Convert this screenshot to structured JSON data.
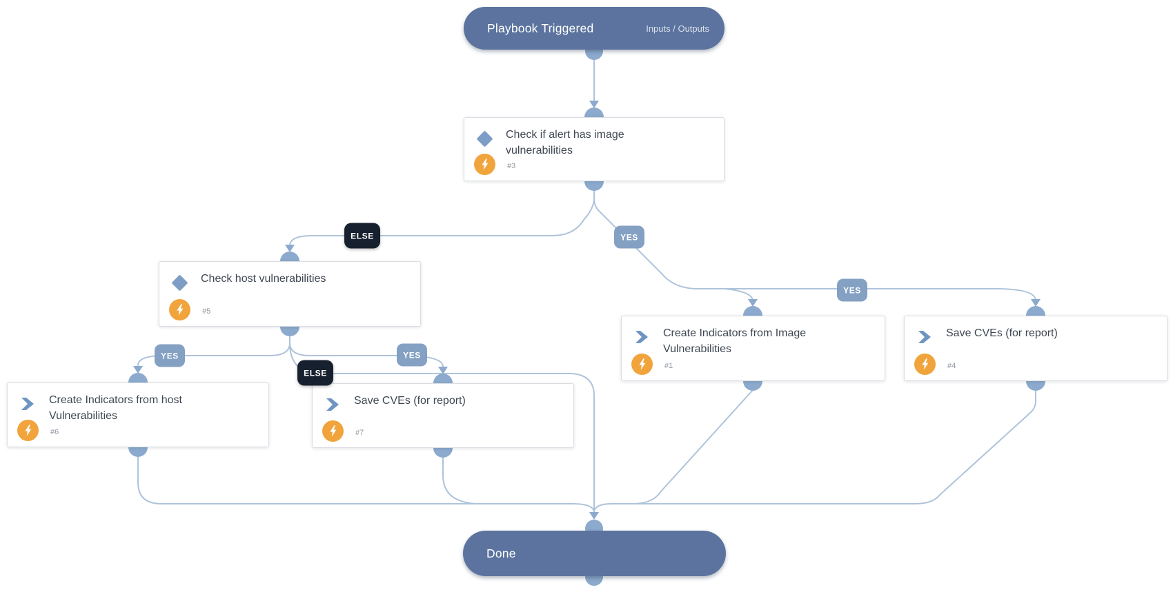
{
  "app": {
    "view": "playbook-workflow"
  },
  "colors": {
    "pill_bg": "#5b739e",
    "edge_line": "#aec3da",
    "connector_port": "#8caacd",
    "yes_badge_bg": "#7f9dc2",
    "else_badge_bg": "#17202e",
    "condition_icon": "#7e9dc6",
    "task_chevron_icon": "#6e95c1",
    "automation_badge_bg": "#f1a43c",
    "task_title": "#3f4753"
  },
  "start_node": {
    "title": "Playbook Triggered",
    "io_link": "Inputs / Outputs"
  },
  "end_node": {
    "title": "Done"
  },
  "tasks": {
    "check_image_vulnerabilities": {
      "title": "Check if alert has image vulnerabilities",
      "number": "#3",
      "kind": "condition",
      "icon": "diamond-condition-icon"
    },
    "check_host_vulnerabilities": {
      "title": "Check host vulnerabilities",
      "number": "#5",
      "kind": "condition",
      "icon": "diamond-condition-icon"
    },
    "create_indicators_image": {
      "title": "Create Indicators from Image Vulnerabilities",
      "number": "#1",
      "kind": "task",
      "icon": "chevron-task-icon"
    },
    "save_cves_right": {
      "title": "Save CVEs (for report)",
      "number": "#4",
      "kind": "task",
      "icon": "chevron-task-icon"
    },
    "create_indicators_host": {
      "title": "Create Indicators from host Vulnerabilities",
      "number": "#6",
      "kind": "task",
      "icon": "chevron-task-icon"
    },
    "save_cves_left": {
      "title": "Save CVEs (for report)",
      "number": "#7",
      "kind": "task",
      "icon": "chevron-task-icon"
    }
  },
  "edge_labels": {
    "top_else": "ELSE",
    "top_yes": "YES",
    "right_yes": "YES",
    "host_left_yes": "YES",
    "host_mid_else": "ELSE",
    "host_right_yes": "YES"
  }
}
